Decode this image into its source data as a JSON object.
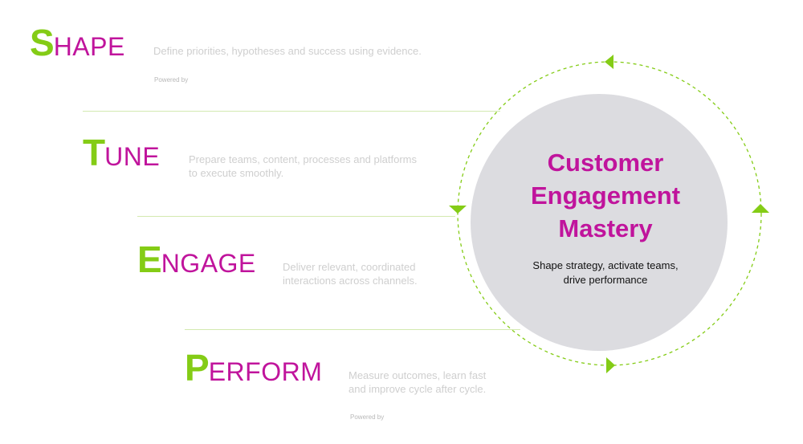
{
  "steps": [
    {
      "initial": "S",
      "rest": "HAPE",
      "description": [
        "Define priorities, hypotheses and success using evidence."
      ],
      "powered_by": "Powered by"
    },
    {
      "initial": "T",
      "rest": "UNE",
      "description": [
        "Prepare teams, content, processes and platforms",
        "to execute smoothly."
      ],
      "powered_by": ""
    },
    {
      "initial": "E",
      "rest": "NGAGE",
      "description": [
        "Deliver relevant, coordinated",
        "interactions across channels."
      ],
      "powered_by": ""
    },
    {
      "initial": "P",
      "rest": "ERFORM",
      "description": [
        "Measure outcomes, learn fast",
        "and improve cycle after cycle."
      ],
      "powered_by": "Powered by"
    }
  ],
  "core": {
    "title_lines": [
      "Customer",
      "Engagement",
      "Mastery"
    ],
    "subtitle_lines": [
      "Shape strategy, activate teams,",
      "drive performance"
    ]
  },
  "colors": {
    "accent_green": "#84cc16",
    "accent_magenta": "#c0149c",
    "core_fill": "#dcdce0",
    "divider": "#d3e9b0",
    "muted_text": "#cfcfcf"
  }
}
